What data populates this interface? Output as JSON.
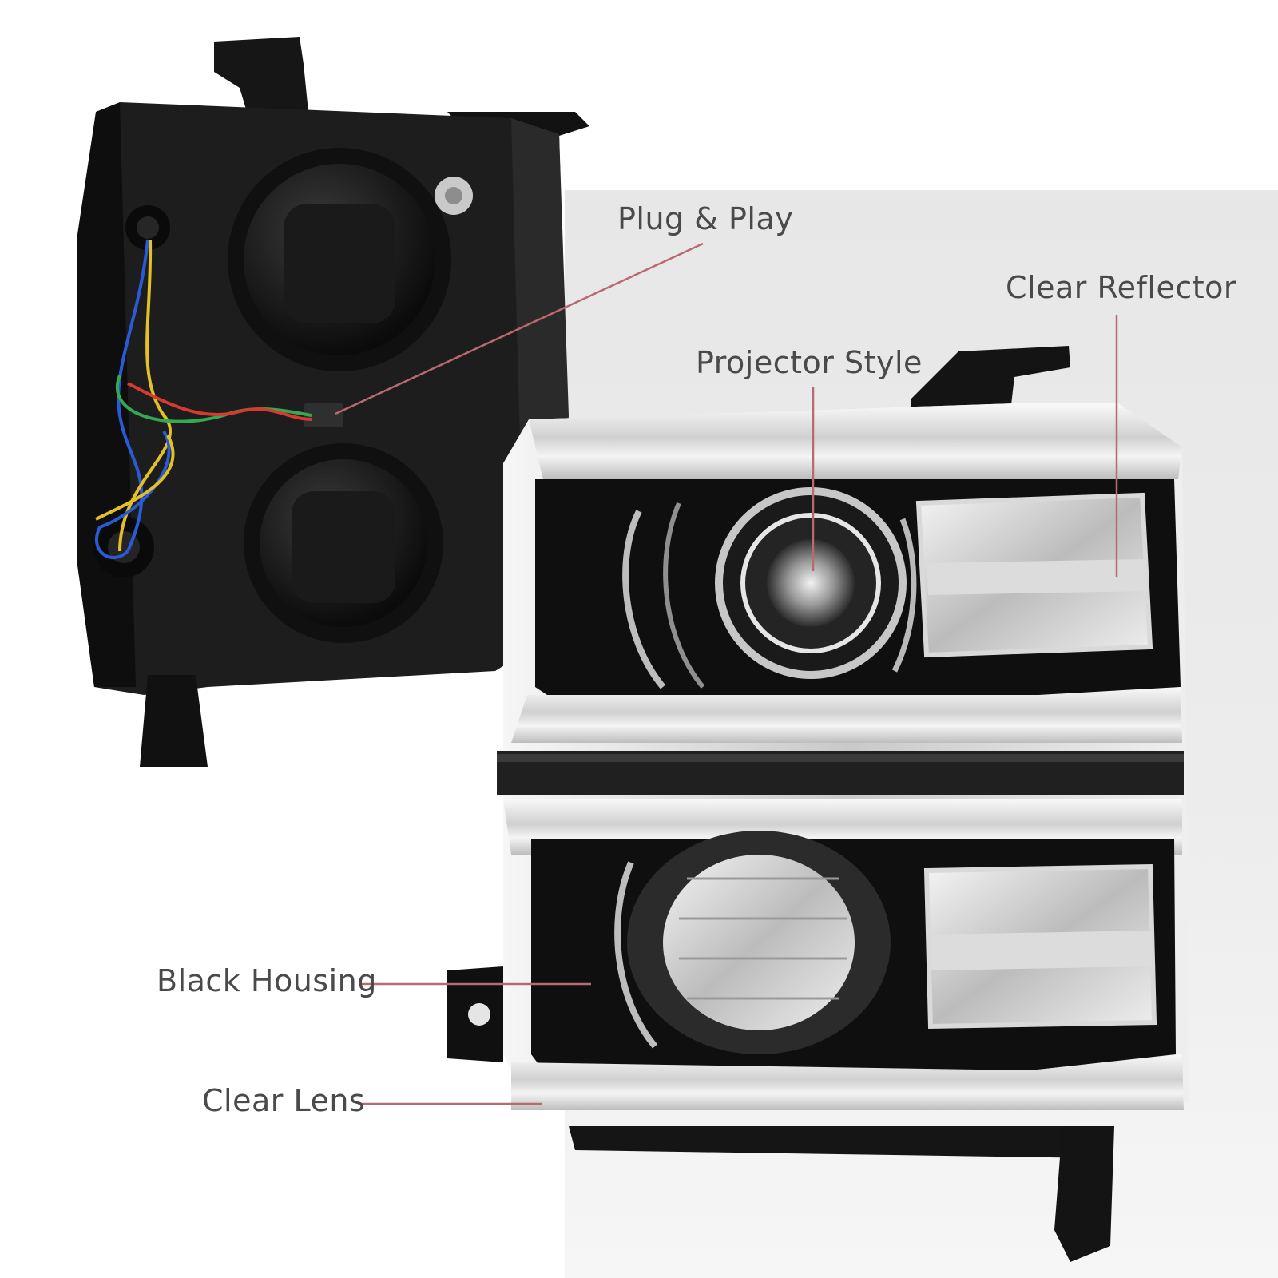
{
  "callouts": {
    "plug_play": "Plug & Play",
    "clear_reflector": "Clear Reflector",
    "projector_style": "Projector Style",
    "black_housing": "Black Housing",
    "clear_lens": "Clear Lens"
  },
  "colors": {
    "leader_line": "#b96a70",
    "label_text": "#4a4a4a",
    "background_panel": "#e9e9e9"
  }
}
